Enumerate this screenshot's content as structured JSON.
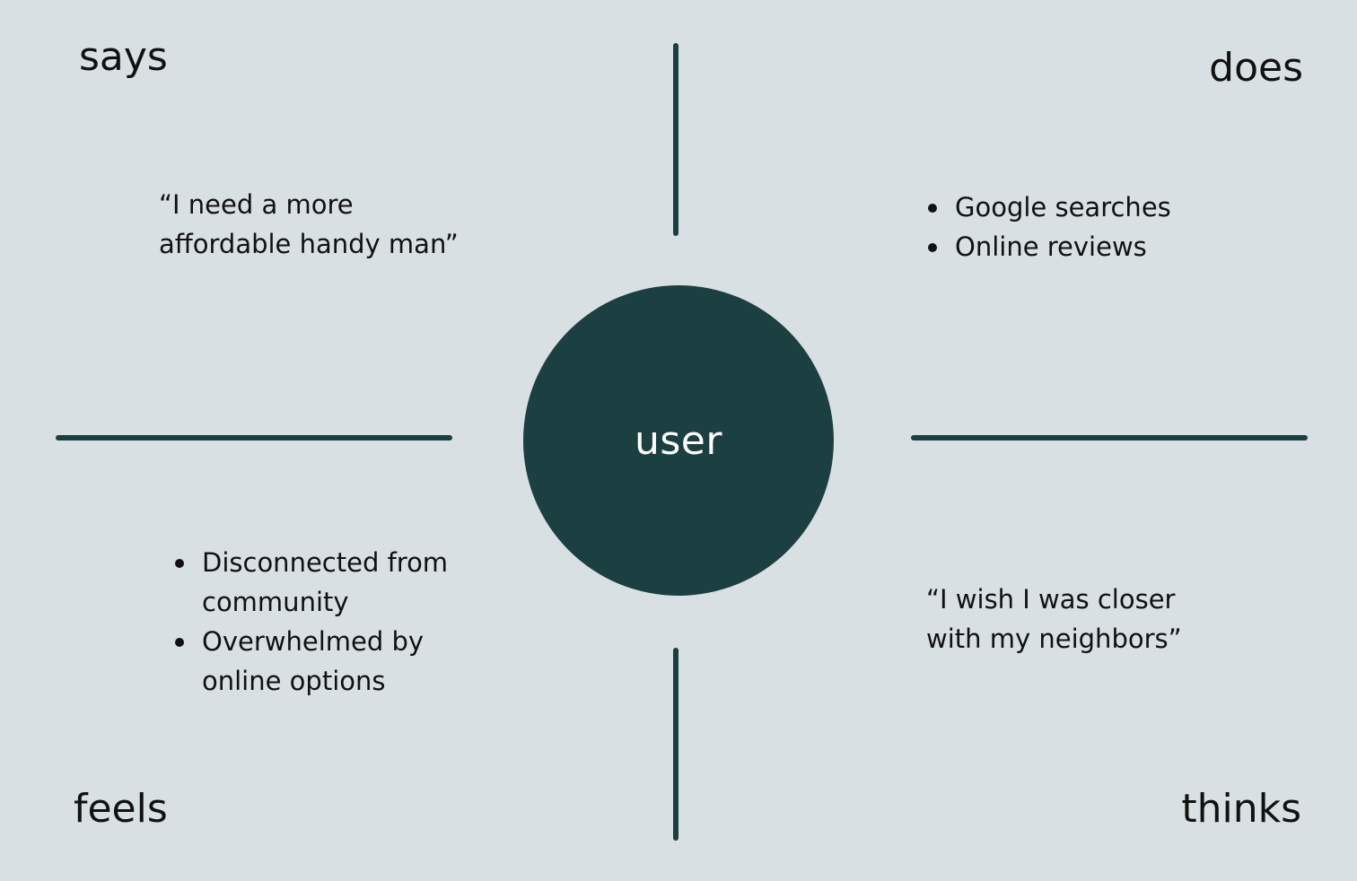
{
  "center": {
    "label": "user"
  },
  "quadrants": {
    "says": {
      "title": "says",
      "quote_line1": "“I need a more",
      "quote_line2": "affordable handy man”"
    },
    "does": {
      "title": "does",
      "items": [
        "Google searches",
        "Online reviews"
      ]
    },
    "feels": {
      "title": "feels",
      "items": [
        "Disconnected from community",
        "Overwhelmed by online options"
      ]
    },
    "thinks": {
      "title": "thinks",
      "quote_line1": "“I wish I was closer",
      "quote_line2": "with my neighbors”"
    }
  },
  "colors": {
    "background": "#d9e0e3",
    "accent": "#1c3f41",
    "text": "#111111",
    "center_text": "#ffffff"
  }
}
